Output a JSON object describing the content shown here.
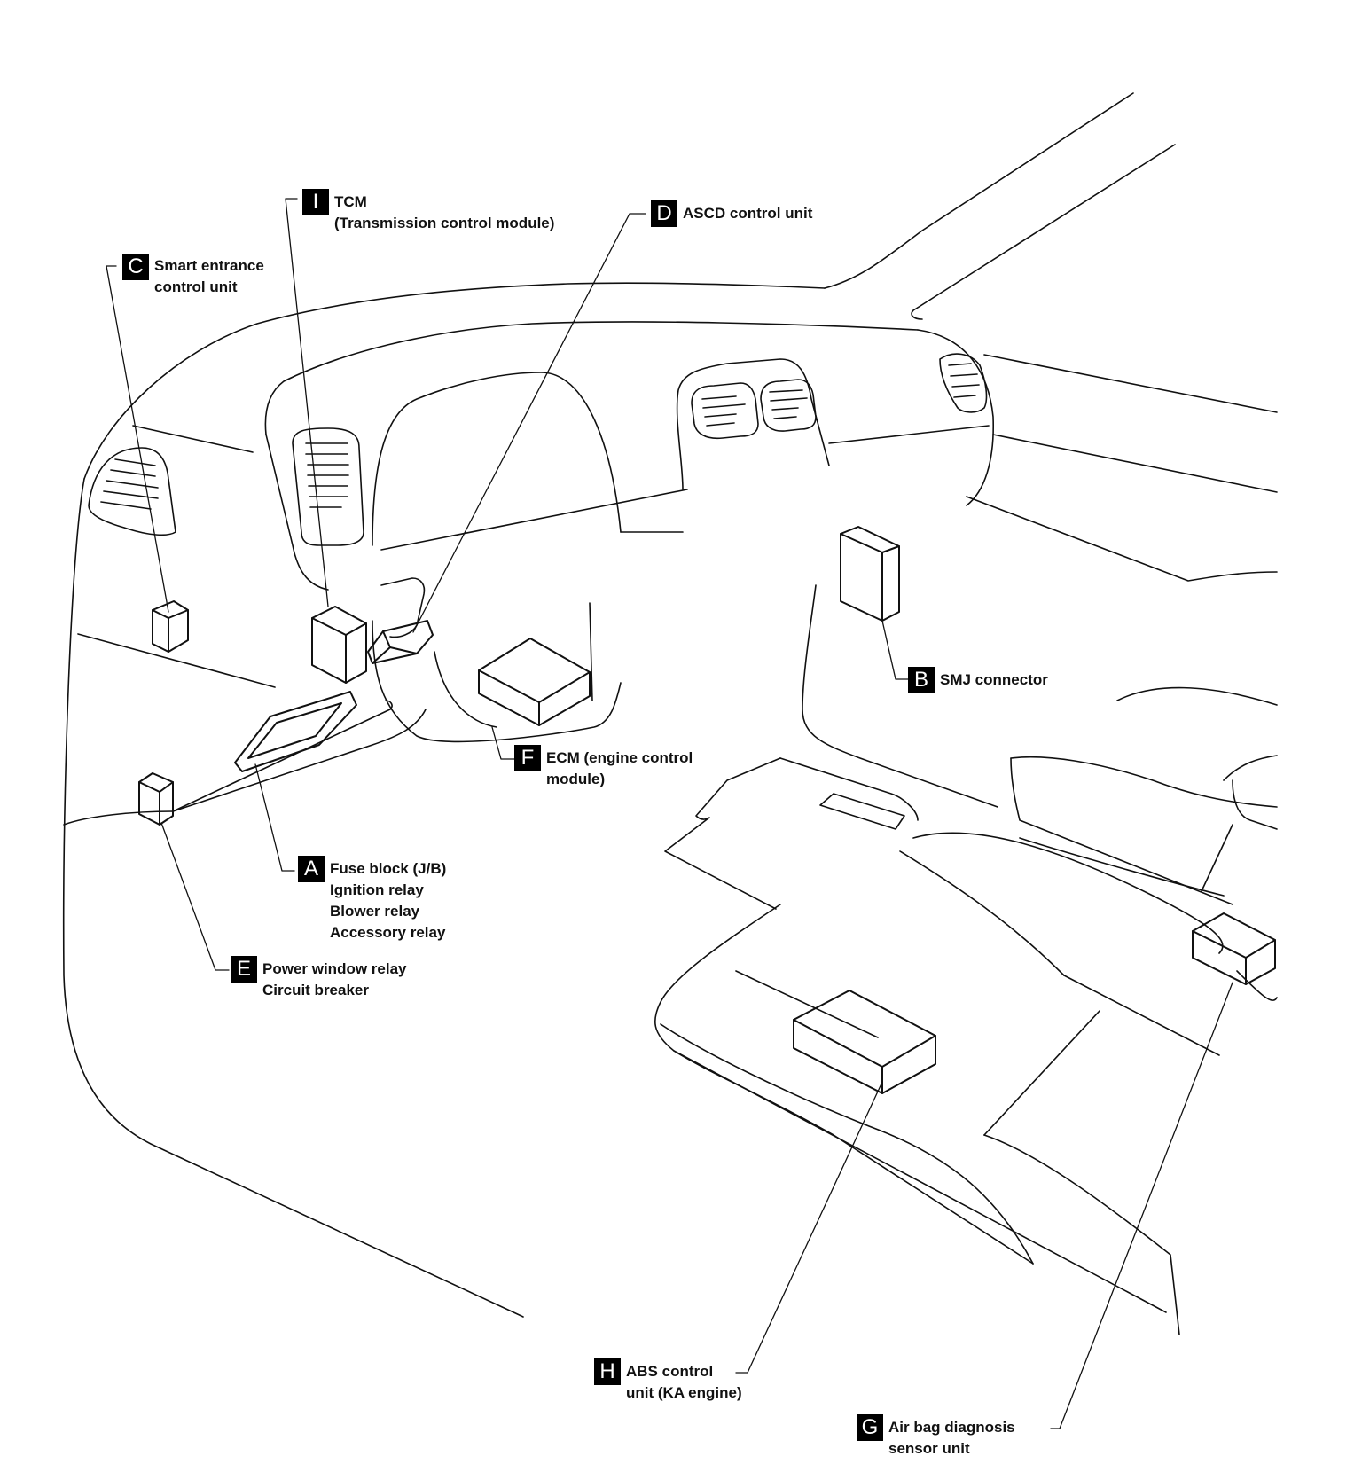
{
  "callouts": {
    "I": {
      "letter": "I",
      "lines": [
        "TCM",
        "(Transmission control module)"
      ]
    },
    "D": {
      "letter": "D",
      "lines": [
        "ASCD control unit"
      ]
    },
    "C": {
      "letter": "C",
      "lines": [
        "Smart entrance",
        "control unit"
      ]
    },
    "B": {
      "letter": "B",
      "lines": [
        "SMJ connector"
      ]
    },
    "F": {
      "letter": "F",
      "lines": [
        "ECM (engine control",
        "module)"
      ]
    },
    "A": {
      "letter": "A",
      "lines": [
        "Fuse block (J/B)",
        "Ignition relay",
        "Blower relay",
        "Accessory relay"
      ]
    },
    "E": {
      "letter": "E",
      "lines": [
        "Power window relay",
        "Circuit breaker"
      ]
    },
    "H": {
      "letter": "H",
      "lines": [
        "ABS control",
        "unit (KA engine)"
      ]
    },
    "G": {
      "letter": "G",
      "lines": [
        "Air bag diagnosis",
        "sensor unit"
      ]
    }
  }
}
